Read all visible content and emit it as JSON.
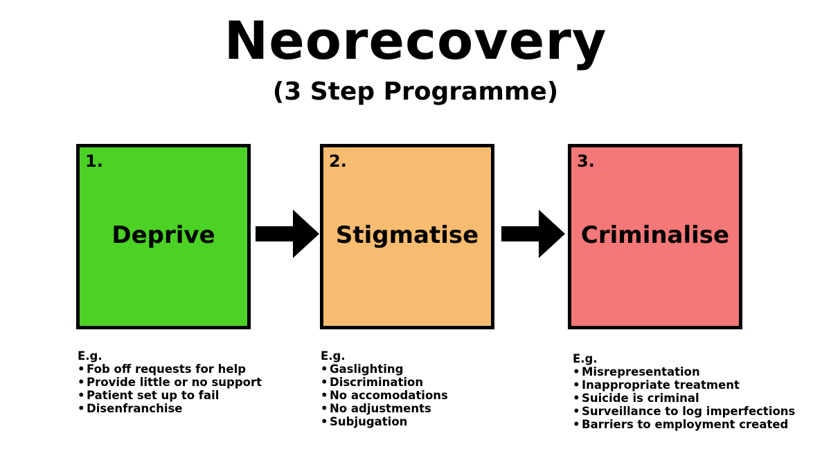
{
  "title": "Neorecovery",
  "subtitle": "(3 Step Programme)",
  "steps": [
    {
      "number": "1.",
      "label": "Deprive",
      "color": "#4cd125",
      "examples_heading": "E.g.",
      "examples": [
        "Fob off requests for help",
        "Provide little or no support",
        "Patient set up to fail",
        "Disenfranchise"
      ]
    },
    {
      "number": "2.",
      "label": "Stigmatise",
      "color": "#f7bc6f",
      "examples_heading": "E.g.",
      "examples": [
        "Gaslighting",
        "Discrimination",
        "No accomodations",
        "No adjustments",
        "Subjugation"
      ]
    },
    {
      "number": "3.",
      "label": "Criminalise",
      "color": "#f47878",
      "examples_heading": "E.g.",
      "examples": [
        "Misrepresentation",
        "Inappropriate treatment",
        "Suicide is criminal",
        "Surveillance to log imperfections",
        "Barriers to employment created"
      ]
    }
  ],
  "arrow_color": "#000000"
}
